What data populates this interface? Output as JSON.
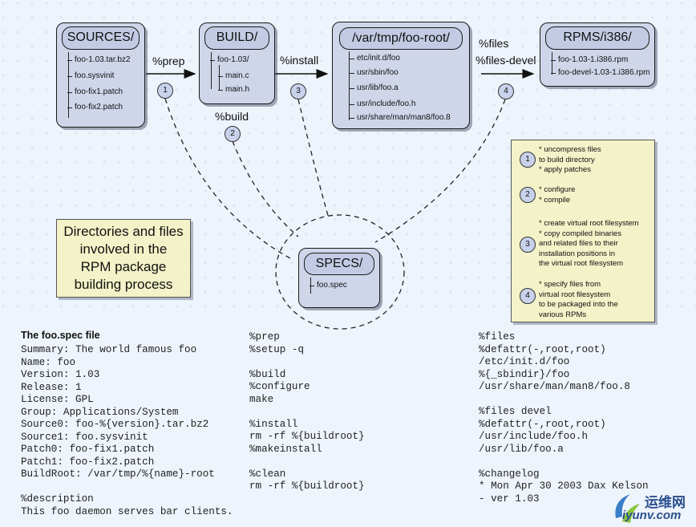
{
  "sources": {
    "title": "SOURCES/",
    "items": [
      "foo-1.03.tar.bz2",
      "foo.sysvinit",
      "foo-fix1.patch",
      "foo-fix2.patch"
    ]
  },
  "build": {
    "title": "BUILD/",
    "items": [
      "foo-1.03/",
      "main.c",
      "main.h"
    ]
  },
  "buildroot": {
    "title": "/var/tmp/foo-root/",
    "items": [
      "etc/init.d/foo",
      "usr/sbin/foo",
      "usr/lib/foo.a",
      "usr/include/foo.h",
      "usr/share/man/man8/foo.8"
    ]
  },
  "rpms": {
    "title": "RPMS/i386/",
    "items": [
      "foo-1.03-1.i386.rpm",
      "foo-devel-1.03-1.i386.rpm"
    ]
  },
  "specs": {
    "title": "SPECS/",
    "items": [
      "foo.spec"
    ]
  },
  "steps": {
    "prep": "%prep",
    "build": "%build",
    "install": "%install",
    "files": "%files",
    "files_devel": "%files-devel",
    "n1": "1",
    "n2": "2",
    "n3": "3",
    "n4": "4"
  },
  "caption": "Directories and files involved in the RPM package building process",
  "legend": [
    {
      "num": "1",
      "lines": [
        "* uncompress files",
        "  to build directory",
        "* apply patches"
      ]
    },
    {
      "num": "2",
      "lines": [
        "* configure",
        "* compile"
      ]
    },
    {
      "num": "3",
      "lines": [
        "* create virtual root filesystem",
        "* copy compiled binaries",
        "  and related files to their",
        "  installation positions in",
        "  the virtual root filesystem"
      ]
    },
    {
      "num": "4",
      "lines": [
        "* specify files from",
        "  virtual root filesystem",
        "  to be packaged into the",
        "  various RPMs"
      ]
    }
  ],
  "spec_file": {
    "title": "The foo.spec file",
    "col1": "Summary: The world famous foo\nName: foo\nVersion: 1.03\nRelease: 1\nLicense: GPL\nGroup: Applications/System\nSource0: foo-%{version}.tar.bz2\nSource1: foo.sysvinit\nPatch0: foo-fix1.patch\nPatch1: foo-fix2.patch\nBuildRoot: /var/tmp/%{name}-root\n\n%description\nThis foo daemon serves bar clients.",
    "col2": "%prep\n%setup -q\n\n%build\n%configure\nmake\n\n%install\nrm -rf %{buildroot}\n%makeinstall\n\n%clean\nrm -rf %{buildroot}",
    "col3": "%files\n%defattr(-,root,root)\n/etc/init.d/foo\n%{_sbindir}/foo\n/usr/share/man/man8/foo.8\n\n%files devel\n%defattr(-,root,root)\n/usr/include/foo.h\n/usr/lib/foo.a\n\n%changelog\n* Mon Apr 30 2003 Dax Kelson\n- ver 1.03"
  },
  "watermark": {
    "text1": "运维网",
    "text2": "iyunv.com"
  }
}
